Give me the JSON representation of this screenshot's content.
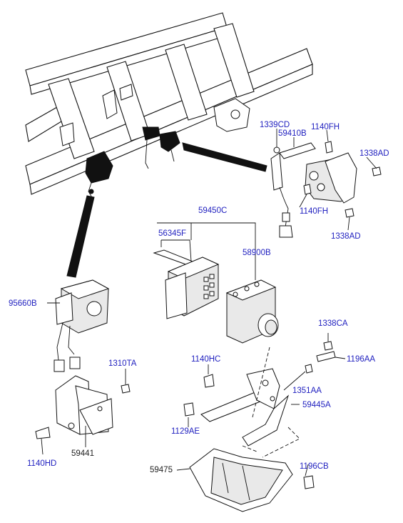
{
  "labels": {
    "p1339CD": "1339CD",
    "p59410B": "59410B",
    "p1140FH_top": "1140FH",
    "p1338AD_top": "1338AD",
    "p1140FH_bot": "1140FH",
    "p1338AD_bot": "1338AD",
    "p59450C": "59450C",
    "p56345F": "56345F",
    "p58900B": "58900B",
    "p95660B": "95660B",
    "p1338CA": "1338CA",
    "p1196AA": "1196AA",
    "p1140HC": "1140HC",
    "p1310TA": "1310TA",
    "p1351AA": "1351AA",
    "p59445A": "59445A",
    "p1129AE": "1129AE",
    "p1140HD": "1140HD",
    "p59441": "59441",
    "p59475": "59475",
    "p1196CB": "1196CB"
  },
  "colors": {
    "label": "#1f1fbf",
    "line": "#111111",
    "background": "#ffffff"
  }
}
